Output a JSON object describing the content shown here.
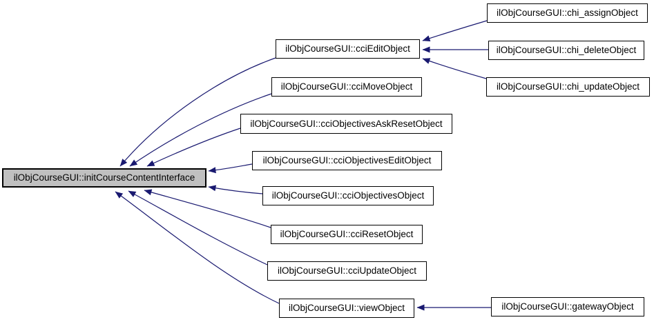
{
  "diagram": {
    "type": "caller-graph",
    "colors": {
      "edge": "#191970",
      "node_border": "#000000",
      "node_fill": "#ffffff",
      "highlight_fill": "#c0c0c0",
      "text": "#000000"
    },
    "nodes": [
      {
        "id": "initCourseContentInterface",
        "label": "ilObjCourseGUI::initCourseContentInterface",
        "highlighted": true
      },
      {
        "id": "cciEditObject",
        "label": "ilObjCourseGUI::cciEditObject",
        "highlighted": false
      },
      {
        "id": "cciMoveObject",
        "label": "ilObjCourseGUI::cciMoveObject",
        "highlighted": false
      },
      {
        "id": "cciObjectivesAskResetObject",
        "label": "ilObjCourseGUI::cciObjectivesAskResetObject",
        "highlighted": false
      },
      {
        "id": "cciObjectivesEditObject",
        "label": "ilObjCourseGUI::cciObjectivesEditObject",
        "highlighted": false
      },
      {
        "id": "cciObjectivesObject",
        "label": "ilObjCourseGUI::cciObjectivesObject",
        "highlighted": false
      },
      {
        "id": "cciResetObject",
        "label": "ilObjCourseGUI::cciResetObject",
        "highlighted": false
      },
      {
        "id": "cciUpdateObject",
        "label": "ilObjCourseGUI::cciUpdateObject",
        "highlighted": false
      },
      {
        "id": "viewObject",
        "label": "ilObjCourseGUI::viewObject",
        "highlighted": false
      },
      {
        "id": "chi_assignObject",
        "label": "ilObjCourseGUI::chi_assignObject",
        "highlighted": false
      },
      {
        "id": "chi_deleteObject",
        "label": "ilObjCourseGUI::chi_deleteObject",
        "highlighted": false
      },
      {
        "id": "chi_updateObject",
        "label": "ilObjCourseGUI::chi_updateObject",
        "highlighted": false
      },
      {
        "id": "gatewayObject",
        "label": "ilObjCourseGUI::gatewayObject",
        "highlighted": false
      }
    ],
    "edges": [
      {
        "from": "cciEditObject",
        "to": "initCourseContentInterface"
      },
      {
        "from": "cciMoveObject",
        "to": "initCourseContentInterface"
      },
      {
        "from": "cciObjectivesAskResetObject",
        "to": "initCourseContentInterface"
      },
      {
        "from": "cciObjectivesEditObject",
        "to": "initCourseContentInterface"
      },
      {
        "from": "cciObjectivesObject",
        "to": "initCourseContentInterface"
      },
      {
        "from": "cciResetObject",
        "to": "initCourseContentInterface"
      },
      {
        "from": "cciUpdateObject",
        "to": "initCourseContentInterface"
      },
      {
        "from": "viewObject",
        "to": "initCourseContentInterface"
      },
      {
        "from": "chi_assignObject",
        "to": "cciEditObject"
      },
      {
        "from": "chi_deleteObject",
        "to": "cciEditObject"
      },
      {
        "from": "chi_updateObject",
        "to": "cciEditObject"
      },
      {
        "from": "gatewayObject",
        "to": "viewObject"
      }
    ]
  }
}
